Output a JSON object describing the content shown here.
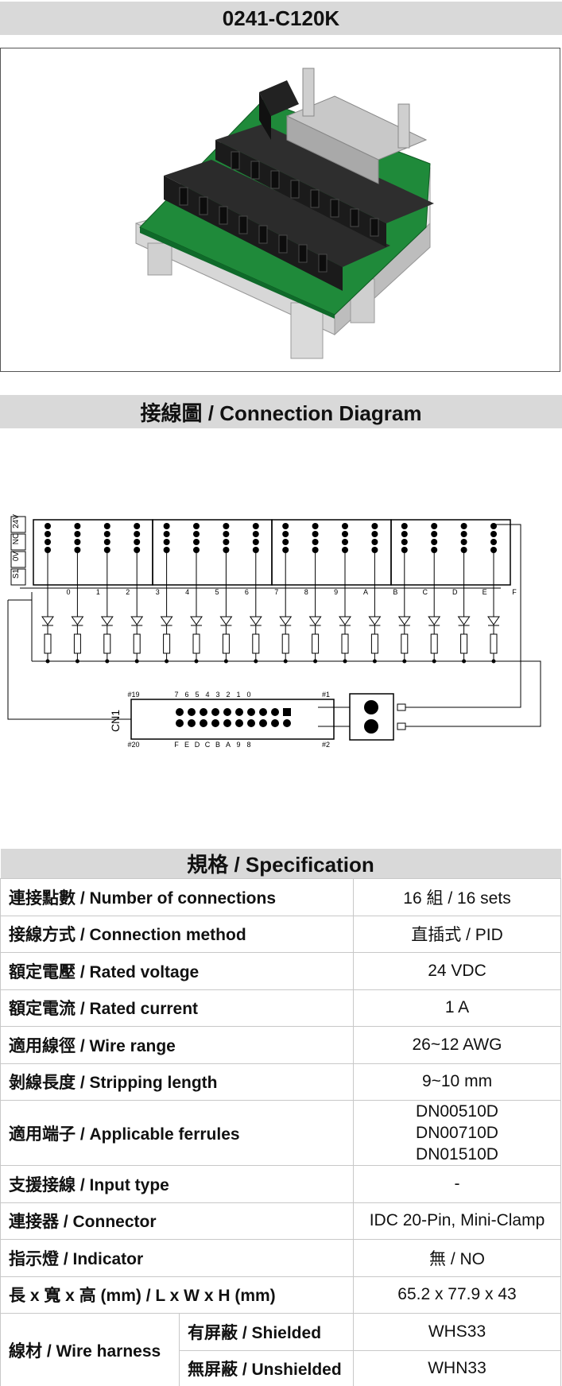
{
  "title": "0241-C120K",
  "photo": {
    "alt_icon": "terminal-block-product-photo"
  },
  "diagram_section": {
    "heading": "接線圖 / Connection Diagram",
    "power_labels": [
      "24V",
      "NC",
      "0V",
      "S1"
    ],
    "terminal_labels": [
      "0",
      "1",
      "2",
      "3",
      "4",
      "5",
      "6",
      "7",
      "8",
      "9",
      "A",
      "B",
      "C",
      "D",
      "E",
      "F"
    ],
    "connector_name": "CN1",
    "pin_top": [
      "#19",
      "7",
      "6",
      "5",
      "4",
      "3",
      "2",
      "1",
      "0",
      "#1"
    ],
    "pin_bottom": [
      "#20",
      "F",
      "E",
      "D",
      "C",
      "B",
      "A",
      "9",
      "8",
      "#2"
    ]
  },
  "spec": {
    "heading": "規格 / Specification",
    "rows": [
      {
        "label": "連接點數 / Number of connections",
        "value": "16 組 / 16 sets"
      },
      {
        "label": "接線方式 / Connection method",
        "value": "直插式 / PID"
      },
      {
        "label": "額定電壓 / Rated voltage",
        "value": "24 VDC"
      },
      {
        "label": "額定電流 / Rated current",
        "value": "1 A"
      },
      {
        "label": "適用線徑 / Wire range",
        "value": "26~12 AWG"
      },
      {
        "label": "剝線長度 / Stripping length",
        "value": "9~10 mm"
      },
      {
        "label": "適用端子 / Applicable ferrules",
        "values": [
          "DN00510D",
          "DN00710D",
          "DN01510D"
        ]
      },
      {
        "label": "支援接線 / Input type",
        "value": "-"
      },
      {
        "label": "連接器 / Connector",
        "value": "IDC 20-Pin, Mini-Clamp"
      },
      {
        "label": "指示燈 / Indicator",
        "value": "無 / NO"
      },
      {
        "label": "長 x 寬 x 高 (mm) / L x W x H (mm)",
        "value": "65.2 x 77.9 x 43"
      }
    ],
    "harness": {
      "label": "線材 / Wire harness",
      "shielded_label": "有屏蔽 / Shielded",
      "shielded_value": "WHS33",
      "unshielded_label": "無屏蔽 / Unshielded",
      "unshielded_value": "WHN33"
    }
  }
}
